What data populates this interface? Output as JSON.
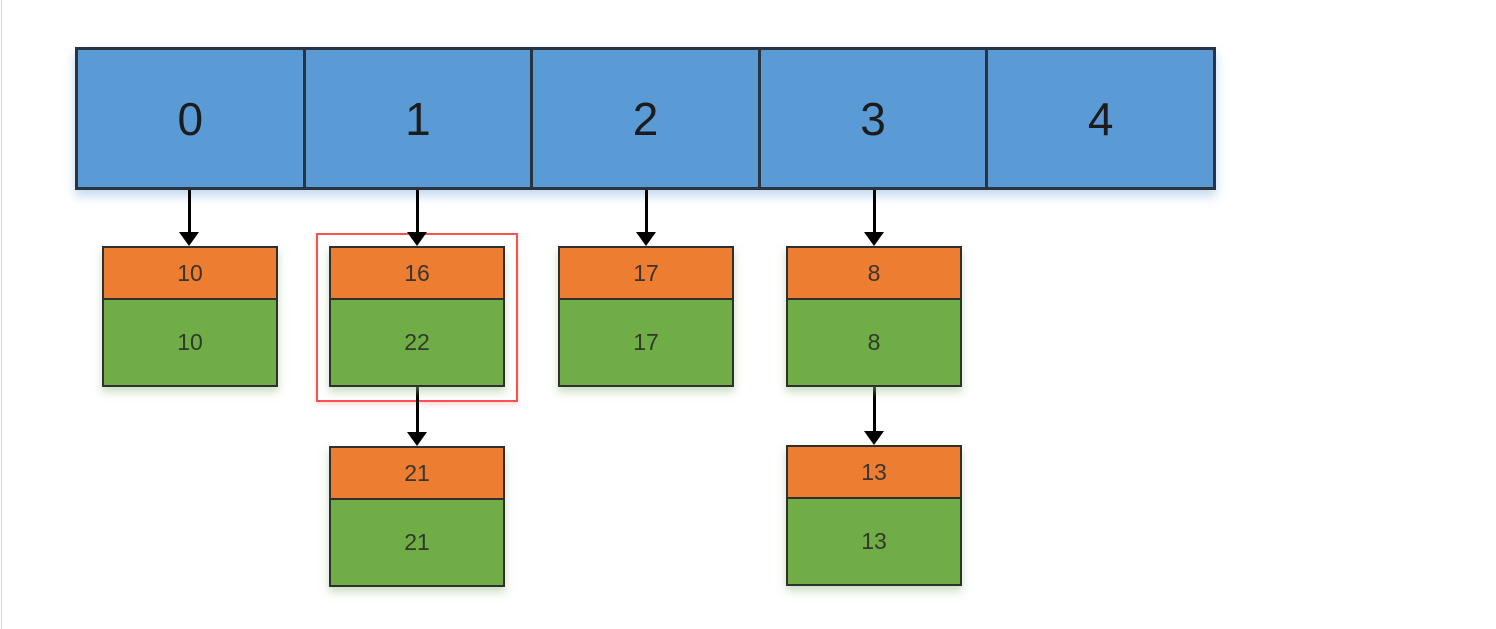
{
  "diagram": {
    "type": "hash-table-with-separate-chaining",
    "colors": {
      "bucket_fill": "#5b9bd5",
      "bucket_border": "#2a3441",
      "key_fill": "#ed7d31",
      "value_fill": "#70ad47",
      "node_border": "#2f2f2f",
      "highlight_border": "#ff5050",
      "arrow": "#000000",
      "text": "#1c1c1c"
    },
    "buckets": [
      {
        "label": "0",
        "has_chain": true
      },
      {
        "label": "1",
        "has_chain": true
      },
      {
        "label": "2",
        "has_chain": true
      },
      {
        "label": "3",
        "has_chain": true
      },
      {
        "label": "4",
        "has_chain": false
      }
    ],
    "nodes": [
      {
        "bucket": "0",
        "key": "10",
        "value": "10",
        "highlighted": false
      },
      {
        "bucket": "1",
        "key": "16",
        "value": "22",
        "highlighted": true
      },
      {
        "bucket": "2",
        "key": "17",
        "value": "17",
        "highlighted": false
      },
      {
        "bucket": "3",
        "key": "8",
        "value": "8",
        "highlighted": false
      },
      {
        "bucket": "1",
        "key": "21",
        "value": "21",
        "highlighted": false
      },
      {
        "bucket": "3",
        "key": "13",
        "value": "13",
        "highlighted": false
      }
    ]
  }
}
